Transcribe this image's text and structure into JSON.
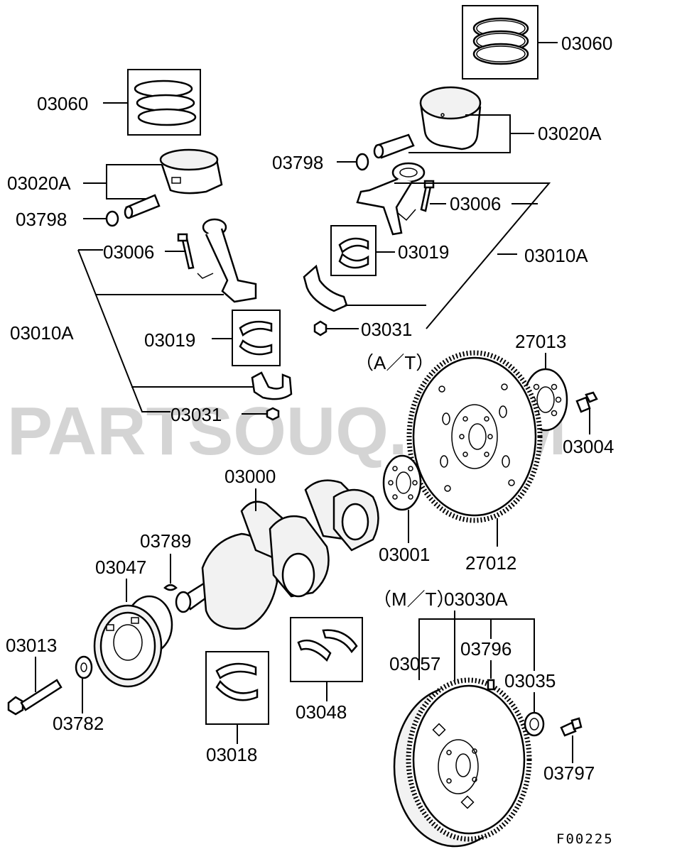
{
  "watermark": "PARTSOUQ.COM",
  "figure_code": "F00225",
  "variants": {
    "auto": "（A／T）",
    "manual": "（M／T）"
  },
  "labels": {
    "rings_right": "03060",
    "rings_left": "03060",
    "piston_right": "03020A",
    "piston_left": "03020A",
    "snap_right": "03798",
    "snap_left": "03798",
    "bolt_right": "03006",
    "bolt_left": "03006",
    "bearing_right": "03019",
    "bearing_left": "03019",
    "rod_asm_right": "03010A",
    "rod_asm_left": "03010A",
    "nut_right": "03031",
    "nut_left": "03031",
    "plate_at": "27013",
    "bolt_at": "03004",
    "crankshaft": "03000",
    "adapter": "03001",
    "drive_plate": "27012",
    "key": "03789",
    "pulley": "03047",
    "flywheel_asm": "03030A",
    "pulley_bolt": "03013",
    "pin": "03796",
    "ring_gear": "03057",
    "pilot_bearing": "03035",
    "washer": "03782",
    "thrust": "03048",
    "main_bearing": "03018",
    "fw_bolt": "03797"
  }
}
